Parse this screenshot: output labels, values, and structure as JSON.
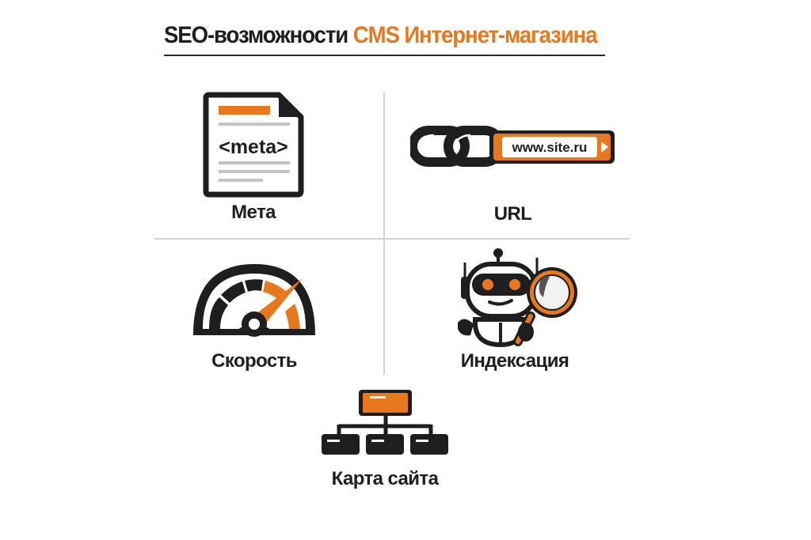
{
  "title": {
    "prefix": "SEO-возможности ",
    "accent": "CMS Интернет-магазина"
  },
  "colors": {
    "accent": "#E8781E",
    "dark": "#1e1e1e",
    "divider": "#d2d2d2",
    "background": "#ffffff"
  },
  "features": [
    {
      "label": "Мета",
      "icon": "meta-document-icon",
      "icon_text": "<meta>"
    },
    {
      "label": "URL",
      "icon": "chain-link-url-icon",
      "icon_text": "www.site.ru"
    },
    {
      "label": "Скорость",
      "icon": "speedometer-icon"
    },
    {
      "label": "Индексация",
      "icon": "robot-magnifier-icon"
    },
    {
      "label": "Карта сайта",
      "icon": "sitemap-icon"
    }
  ]
}
